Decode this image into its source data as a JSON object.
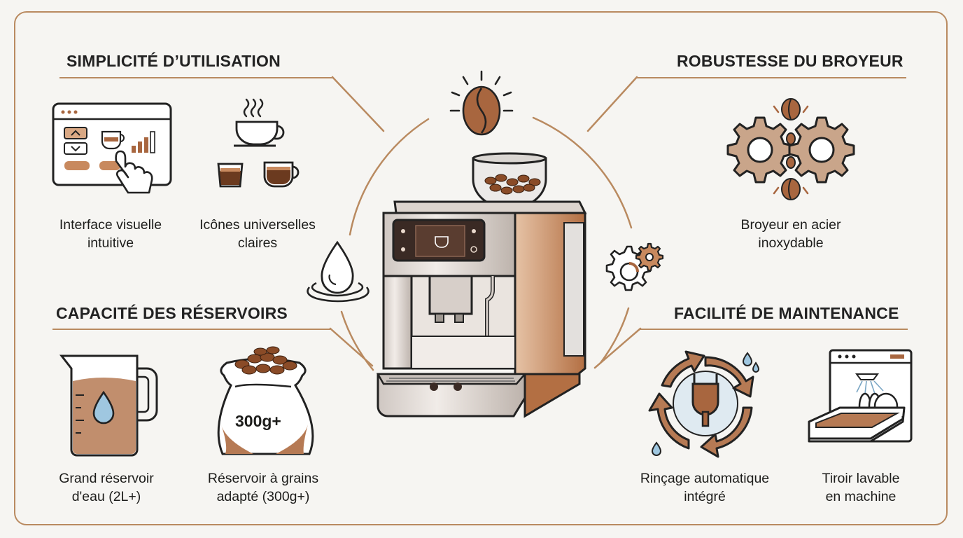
{
  "sections": {
    "usability": {
      "heading": "SIMPLICITÉ D’UTILISATION",
      "items": [
        {
          "line1": "Interface visuelle",
          "line2": "intuitive"
        },
        {
          "line1": "Icônes universelles",
          "line2": "claires"
        }
      ]
    },
    "grinder": {
      "heading": "ROBUSTESSE DU BROYEUR",
      "items": [
        {
          "line1": "Broyeur en acier",
          "line2": "inoxydable"
        }
      ]
    },
    "tanks": {
      "heading": "CAPACITÉ DES RÉSERVOIRS",
      "items": [
        {
          "line1": "Grand réservoir",
          "line2": "d'eau (2L+)"
        },
        {
          "line1": "Réservoir à grains",
          "line2": "adapté (300g+)"
        }
      ],
      "sack_label": "300g+"
    },
    "maintenance": {
      "heading": "FACILITÉ DE MAINTENANCE",
      "items": [
        {
          "line1": "Rinçage automatique",
          "line2": "intégré"
        },
        {
          "line1": "Tiroir lavable",
          "line2": "en machine"
        }
      ]
    }
  },
  "colors": {
    "accent": "#b98a60",
    "coffee": "#a8663f",
    "dark": "#222222",
    "steel": "#d9d3cf",
    "copper": "#c8895e"
  }
}
